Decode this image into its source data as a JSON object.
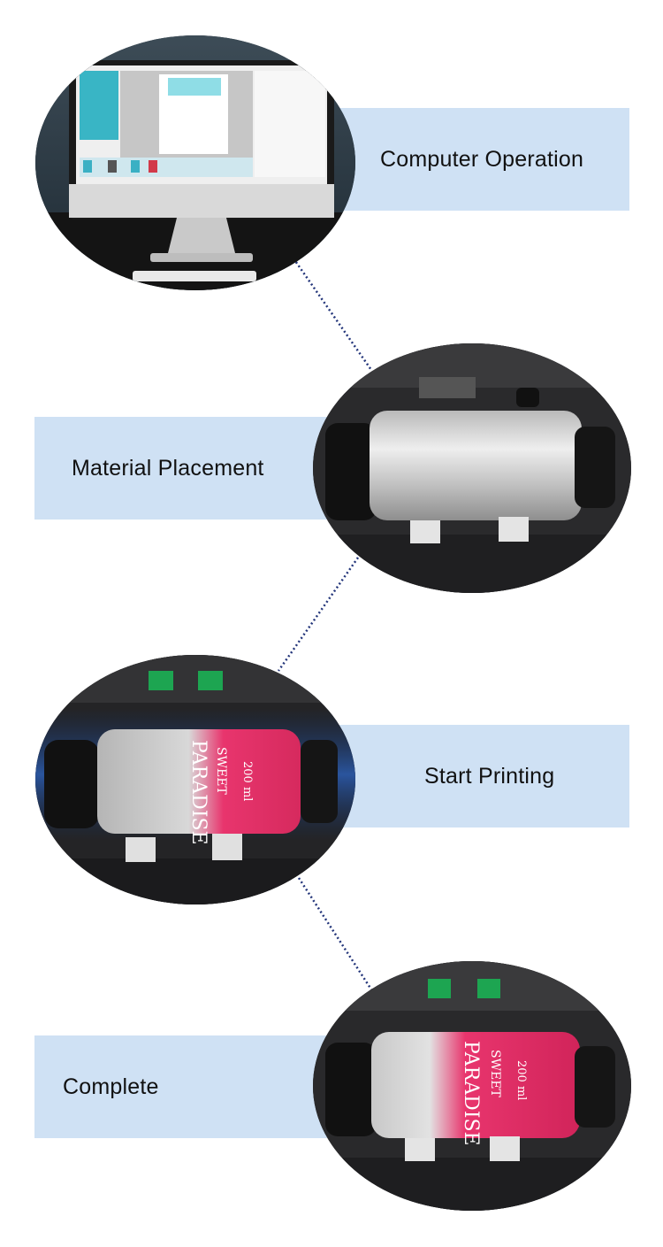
{
  "steps": [
    {
      "label": "Computer Operation",
      "icon": "computer-monitor-icon"
    },
    {
      "label": "Material Placement",
      "icon": "printer-cylinder-icon"
    },
    {
      "label": "Start Printing",
      "icon": "printing-cylinder-icon"
    },
    {
      "label": "Complete",
      "icon": "finished-cylinder-icon"
    }
  ],
  "product": {
    "volume": "200 ml",
    "brand_line1": "SWEET",
    "brand_line2": "PARADISE"
  },
  "colors": {
    "band": "#cfe1f4",
    "connector": "#1e3a8a",
    "print_pink": "#e8356d"
  }
}
